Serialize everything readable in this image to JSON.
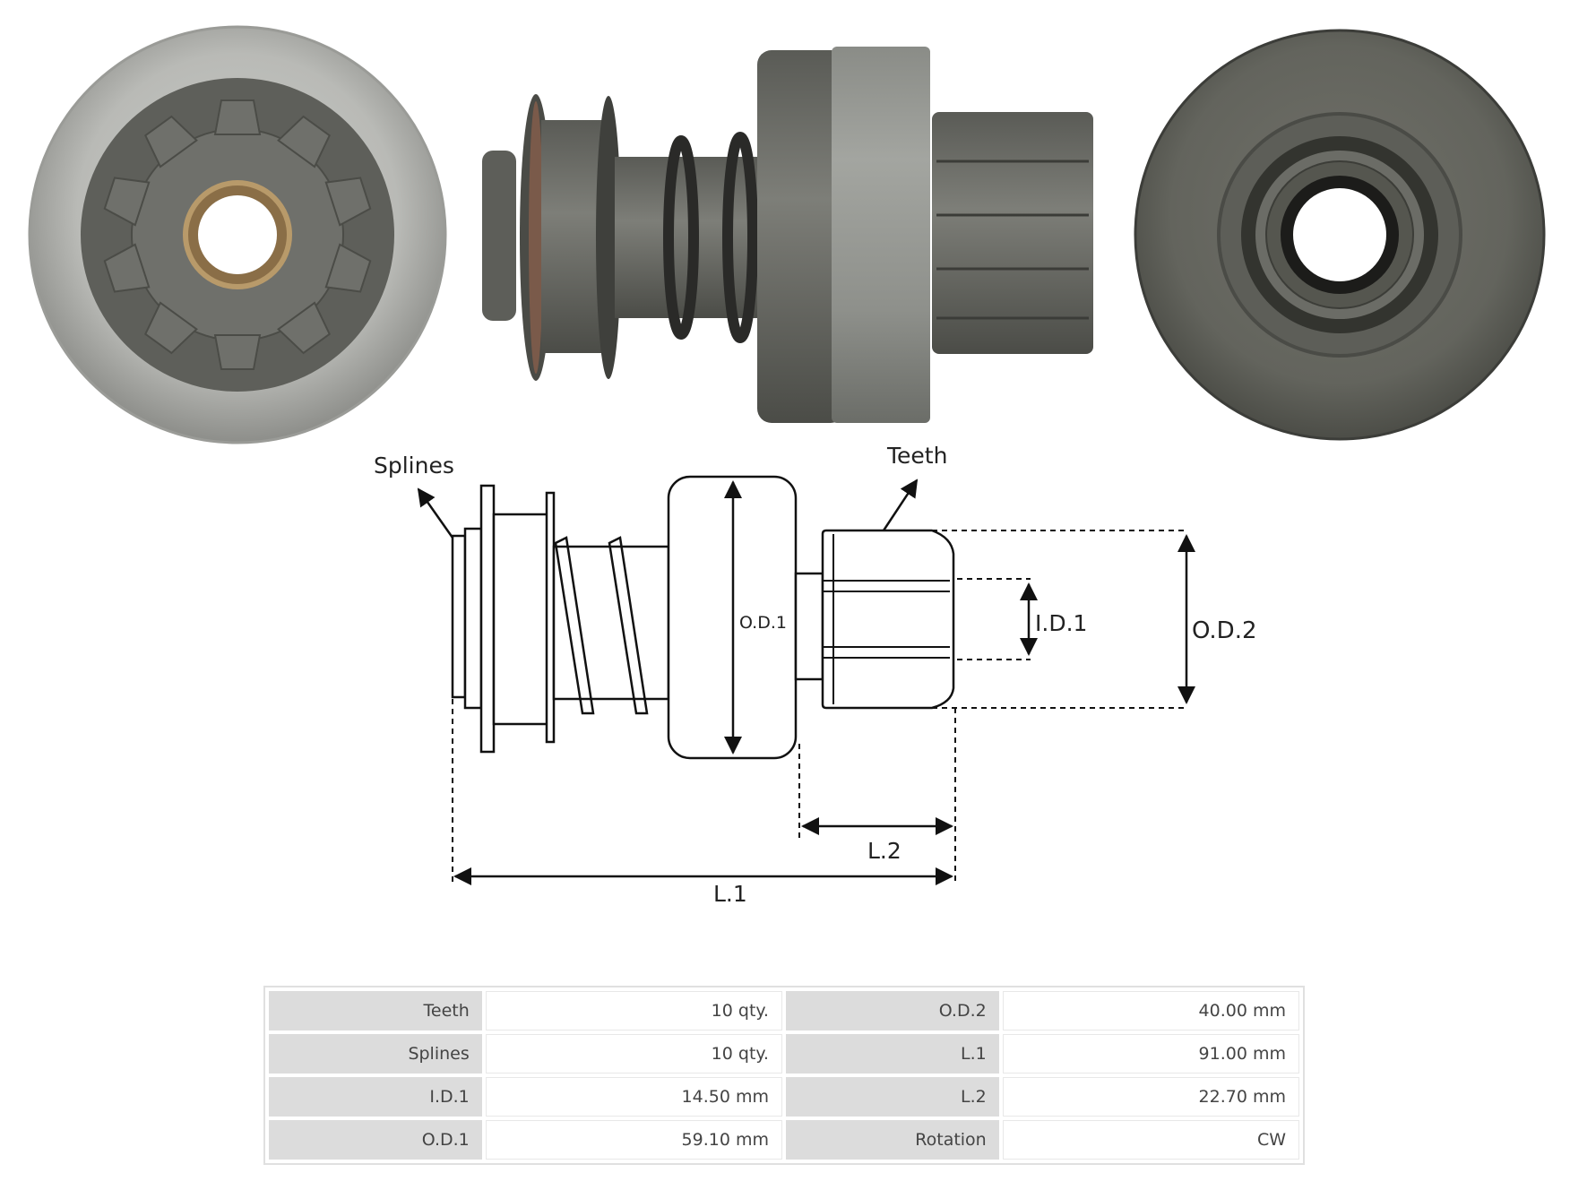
{
  "diagram": {
    "labels": {
      "splines": "Splines",
      "teeth": "Teeth",
      "od1": "O.D.1",
      "id1": "I.D.1",
      "od2": "O.D.2",
      "l2": "L.2",
      "l1": "L.1"
    }
  },
  "specs": {
    "rows": [
      {
        "label_a": "Teeth",
        "value_a": "10 qty.",
        "label_b": "O.D.2",
        "value_b": "40.00 mm"
      },
      {
        "label_a": "Splines",
        "value_a": "10 qty.",
        "label_b": "L.1",
        "value_b": "91.00 mm"
      },
      {
        "label_a": "I.D.1",
        "value_a": "14.50 mm",
        "label_b": "L.2",
        "value_b": "22.70 mm"
      },
      {
        "label_a": "O.D.1",
        "value_a": "59.10 mm",
        "label_b": "Rotation",
        "value_b": "CW"
      }
    ]
  }
}
